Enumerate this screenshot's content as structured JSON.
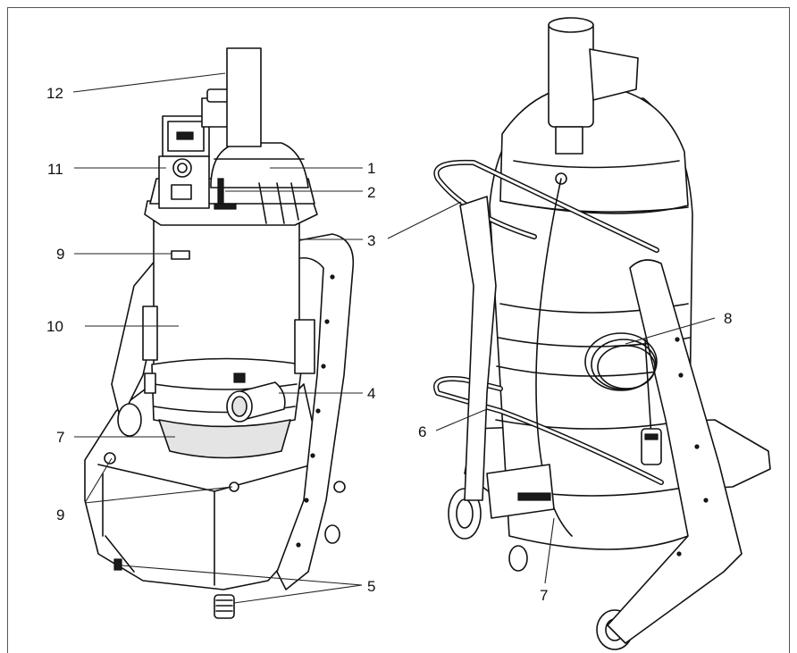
{
  "figure": {
    "callouts": [
      {
        "id": "c12",
        "label": "12"
      },
      {
        "id": "c11",
        "label": "11"
      },
      {
        "id": "c9a",
        "label": "9"
      },
      {
        "id": "c10",
        "label": "10"
      },
      {
        "id": "c7a",
        "label": "7"
      },
      {
        "id": "c9b",
        "label": "9"
      },
      {
        "id": "c1",
        "label": "1"
      },
      {
        "id": "c2",
        "label": "2"
      },
      {
        "id": "c3",
        "label": "3"
      },
      {
        "id": "c4",
        "label": "4"
      },
      {
        "id": "c5",
        "label": "5"
      },
      {
        "id": "c8",
        "label": "8"
      },
      {
        "id": "c6",
        "label": "6"
      },
      {
        "id": "c7b",
        "label": "7"
      }
    ]
  }
}
